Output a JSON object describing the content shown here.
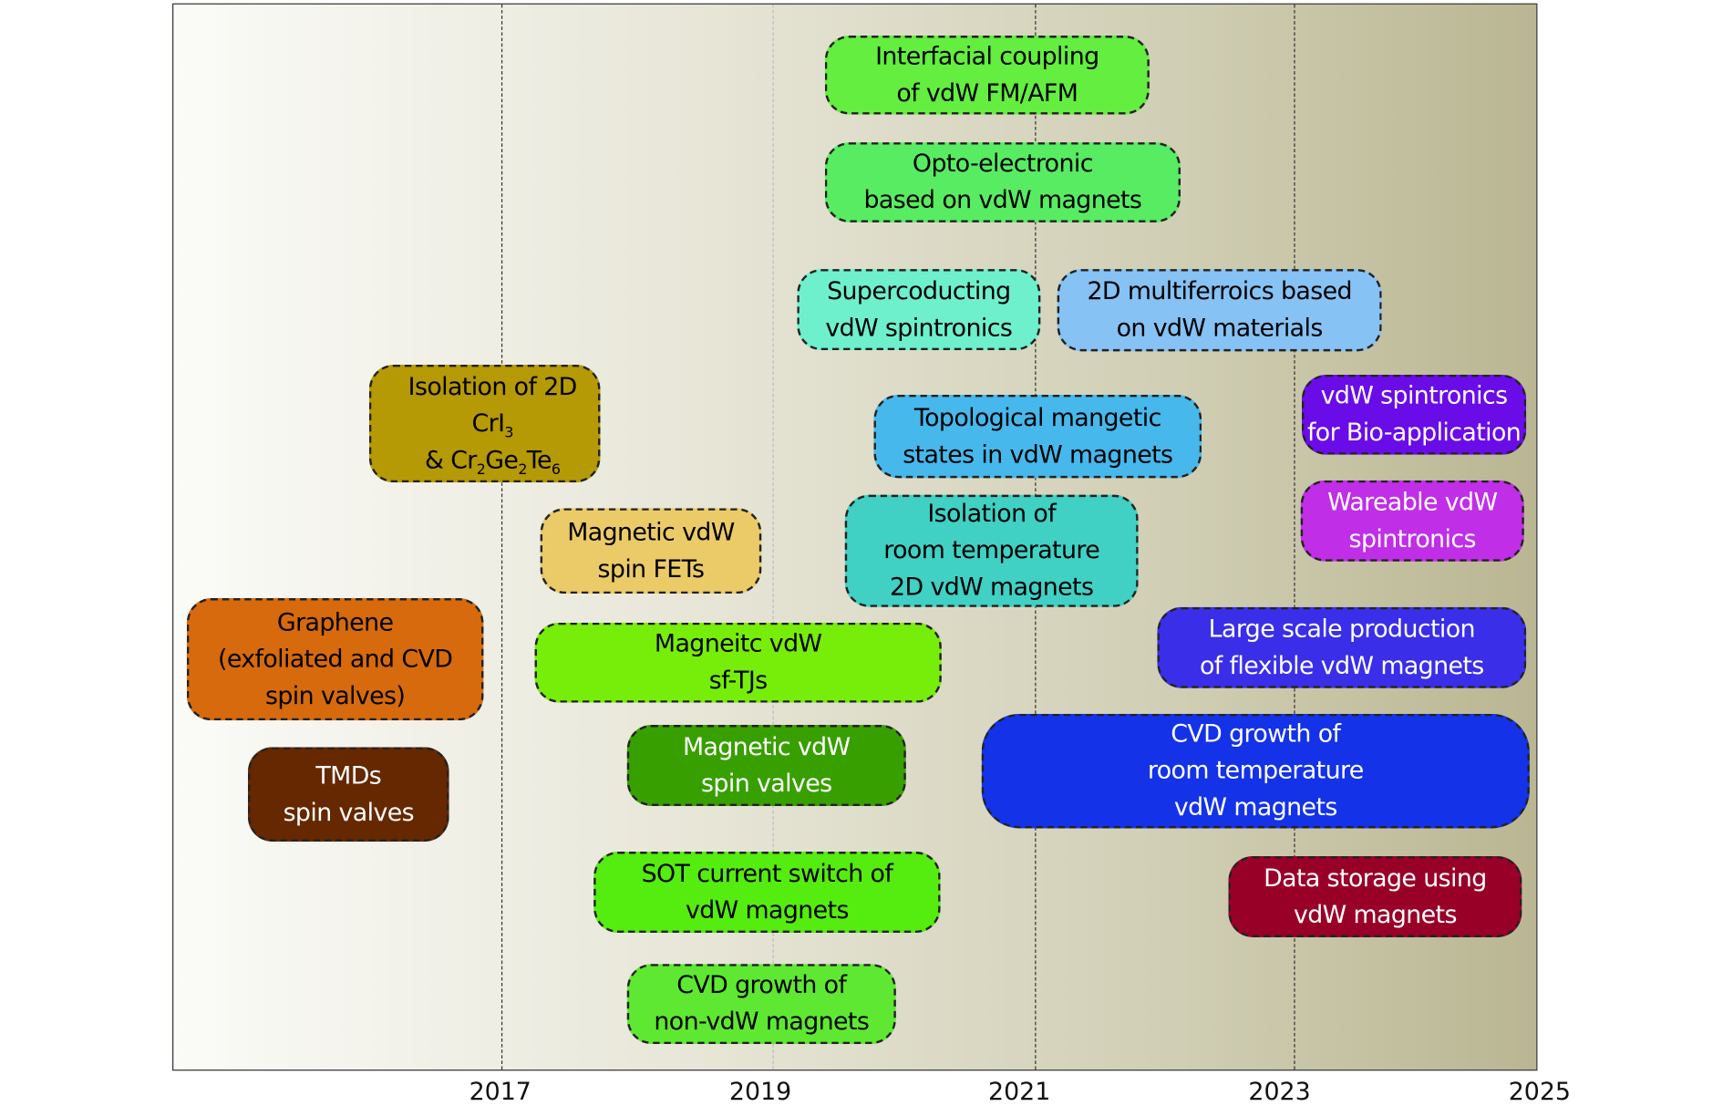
{
  "axis": {
    "ticks": [
      "2017",
      "2019",
      "2021",
      "2023",
      "2025"
    ]
  },
  "boxes": [
    {
      "lines": [
        "Interfacial coupling",
        "of vdW FM/AFM"
      ],
      "color": "#63ee40"
    },
    {
      "lines": [
        "Opto-electronic",
        "based on vdW magnets"
      ],
      "color": "#58ec62"
    },
    {
      "lines": [
        "Supercoducting",
        "vdW spintronics"
      ],
      "color": "#6ef0cc"
    },
    {
      "lines": [
        "2D multiferroics based",
        "on vdW materials"
      ],
      "color": "#86c2f4"
    },
    {
      "lines": [
        "Isolation of 2D",
        "CrI",
        "3",
        "& Cr",
        "2",
        "Ge",
        "2",
        "Te",
        "6"
      ],
      "color": "#b59905"
    },
    {
      "lines": [
        "vdW spintronics",
        "for Bio-application"
      ],
      "color": "#6a0ce8"
    },
    {
      "lines": [
        "Topological mangetic",
        "states in vdW magnets"
      ],
      "color": "#46b8ec"
    },
    {
      "lines": [
        "Magnetic vdW",
        "spin FETs"
      ],
      "color": "#ebcb68"
    },
    {
      "lines": [
        "Isolation of",
        "room temperature",
        "2D vdW magnets"
      ],
      "color": "#40d0c4"
    },
    {
      "lines": [
        "Wareable vdW",
        "spintronics"
      ],
      "color": "#c02ee8"
    },
    {
      "lines": [
        "Graphene",
        "(exfoliated and CVD",
        "spin valves)"
      ],
      "color": "#d66a0c"
    },
    {
      "lines": [
        "Magneitc vdW",
        "sf-TJs"
      ],
      "color": "#77ee0a"
    },
    {
      "lines": [
        "Large scale production",
        "of flexible vdW magnets"
      ],
      "color": "#3a2ee8"
    },
    {
      "lines": [
        "TMDs",
        "spin valves"
      ],
      "color": "#652800"
    },
    {
      "lines": [
        "Magnetic vdW",
        "spin valves"
      ],
      "color": "#389f00"
    },
    {
      "lines": [
        "CVD growth of",
        "room temperature",
        "vdW magnets"
      ],
      "color": "#1432e8"
    },
    {
      "lines": [
        "SOT current switch of",
        "vdW magnets"
      ],
      "color": "#55ec10"
    },
    {
      "lines": [
        "Data storage using",
        "vdW magnets"
      ],
      "color": "#990028"
    },
    {
      "lines": [
        "CVD growth of",
        "non-vdW magnets"
      ],
      "color": "#5ee832"
    }
  ]
}
